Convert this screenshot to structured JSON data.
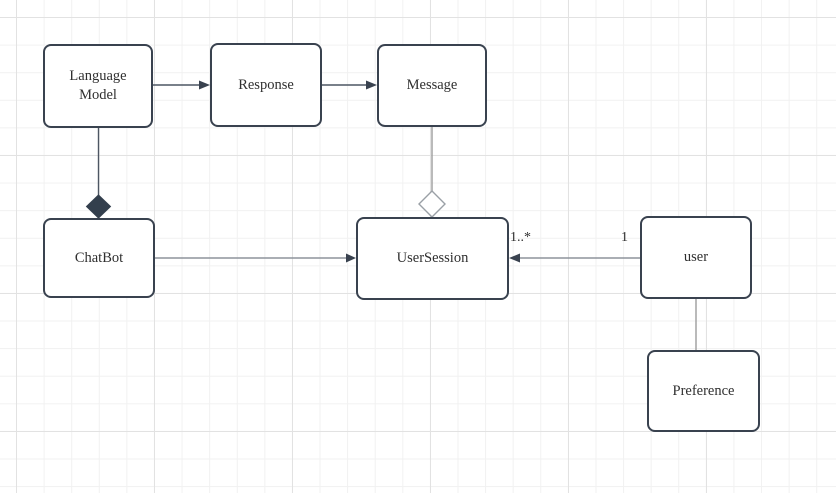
{
  "palette": {
    "background": "#FFFFFF",
    "grid_minor": "#F1F1F1",
    "grid_major": "#E2E2E2",
    "node_fill": "#FFFFFF",
    "node_border": "#39424F",
    "text": "#2F2F2F",
    "dark_line": "#4D5663",
    "gray_line": "#9AA0A6",
    "arrowhead_fill": "#39424F",
    "composition_diamond_fill": "#333F4D",
    "aggregation_diamond_fill": "#FFFFFF"
  },
  "nodes": [
    {
      "label": "Language Model"
    },
    {
      "label": "Response"
    },
    {
      "label": "Message"
    },
    {
      "label": "ChatBot"
    },
    {
      "label": "UserSession"
    },
    {
      "label": "user"
    },
    {
      "label": "Preference"
    }
  ],
  "edges": [
    {
      "from": "Language Model",
      "to": "Response",
      "type": "arrow"
    },
    {
      "from": "Response",
      "to": "Message",
      "type": "arrow"
    },
    {
      "from": "Language Model",
      "to": "ChatBot",
      "type": "composition-diamond"
    },
    {
      "from": "Message",
      "to": "UserSession",
      "type": "aggregation-diamond"
    },
    {
      "from": "ChatBot",
      "to": "UserSession",
      "type": "arrow"
    },
    {
      "from": "user",
      "to": "UserSession",
      "type": "arrow",
      "source_multiplicity": "1",
      "target_multiplicity": "1..*"
    },
    {
      "from": "user",
      "to": "Preference",
      "type": "line"
    }
  ]
}
